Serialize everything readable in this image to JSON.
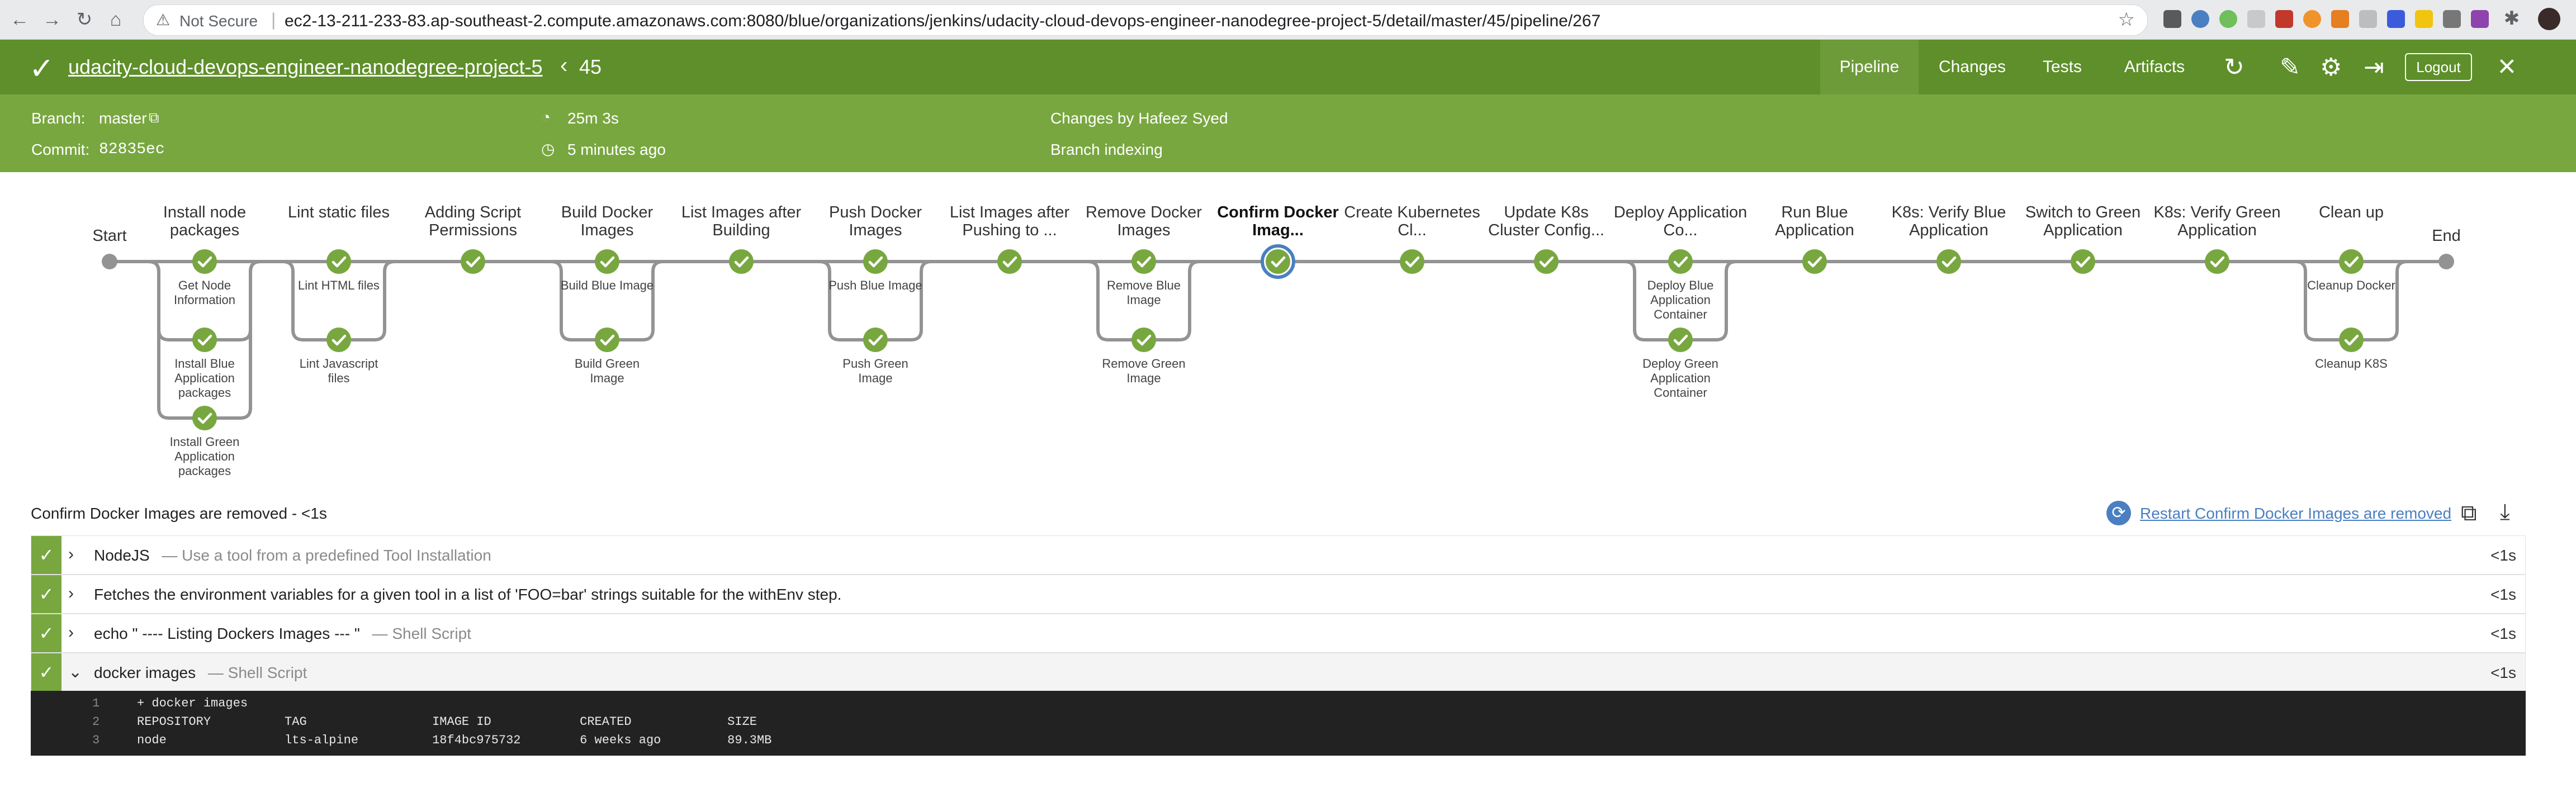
{
  "browser": {
    "not_secure": "Not Secure",
    "url": "ec2-13-211-233-83.ap-southeast-2.compute.amazonaws.com:8080/blue/organizations/jenkins/udacity-cloud-devops-engineer-nanodegree-project-5/detail/master/45/pipeline/267"
  },
  "header": {
    "job_name": "udacity-cloud-devops-engineer-nanodegree-project-5",
    "run_number": "45",
    "tabs": [
      "Pipeline",
      "Changes",
      "Tests",
      "Artifacts"
    ],
    "logout": "Logout"
  },
  "meta": {
    "branch_label": "Branch:",
    "branch_value": "master",
    "commit_label": "Commit:",
    "commit_value": "82835ec",
    "duration": "25m 3s",
    "time_ago": "5 minutes ago",
    "changes_by": "Changes by Hafeez Syed",
    "cause": "Branch indexing"
  },
  "pipeline": {
    "start": "Start",
    "end": "End",
    "stages": [
      {
        "label": "Install node packages",
        "subs": [
          "Get Node Information",
          "Install Blue Application packages",
          "Install Green Application packages"
        ]
      },
      {
        "label": "Lint static files",
        "subs": [
          "Lint HTML files",
          "Lint Javascript files"
        ]
      },
      {
        "label": "Adding Script Permissions",
        "subs": []
      },
      {
        "label": "Build Docker Images",
        "subs": [
          "Build Blue Image",
          "Build Green Image"
        ]
      },
      {
        "label": "List Images after Building",
        "subs": []
      },
      {
        "label": "Push Docker Images",
        "subs": [
          "Push Blue Image",
          "Push Green Image"
        ]
      },
      {
        "label": "List Images after Pushing to ...",
        "subs": []
      },
      {
        "label": "Remove Docker Images",
        "subs": [
          "Remove Blue Image",
          "Remove Green Image"
        ]
      },
      {
        "label": "Confirm Docker Imag...",
        "subs": [],
        "selected": true
      },
      {
        "label": "Create Kubernetes Cl...",
        "subs": []
      },
      {
        "label": "Update K8s Cluster Config...",
        "subs": []
      },
      {
        "label": "Deploy Application Co...",
        "subs": [
          "Deploy Blue Application Container",
          "Deploy Green Application Container"
        ]
      },
      {
        "label": "Run Blue Application",
        "subs": []
      },
      {
        "label": "K8s: Verify Blue Application",
        "subs": []
      },
      {
        "label": "Switch to Green Application",
        "subs": []
      },
      {
        "label": "K8s: Verify Green Application",
        "subs": []
      },
      {
        "label": "Clean up",
        "subs": [
          "Cleanup Docker",
          "Cleanup K8S"
        ]
      }
    ]
  },
  "details": {
    "title": "Confirm Docker Images are removed - <1s",
    "restart": "Restart Confirm Docker Images are removed",
    "steps": [
      {
        "title": "NodeJS",
        "desc": "— Use a tool from a predefined Tool Installation",
        "duration": "<1s",
        "expanded": false
      },
      {
        "title": "Fetches the environment variables for a given tool in a list of 'FOO=bar' strings suitable for the withEnv step.",
        "desc": "",
        "duration": "<1s",
        "expanded": false
      },
      {
        "title": "echo \" ---- Listing Dockers Images --- \"",
        "desc": "— Shell Script",
        "duration": "<1s",
        "expanded": false
      },
      {
        "title": "docker images",
        "desc": "— Shell Script",
        "duration": "<1s",
        "expanded": true
      }
    ],
    "console": [
      {
        "n": "1",
        "text": "+ docker images"
      },
      {
        "n": "2",
        "text": "REPOSITORY          TAG                 IMAGE ID            CREATED             SIZE"
      },
      {
        "n": "3",
        "text": "node                lts-alpine          18f4bc975732        6 weeks ago         89.3MB"
      }
    ]
  },
  "colors": {
    "header_green": "#5e8f2a",
    "sub_green": "#78a740",
    "success": "#78a740",
    "selected_ring": "#4a7fc1"
  }
}
